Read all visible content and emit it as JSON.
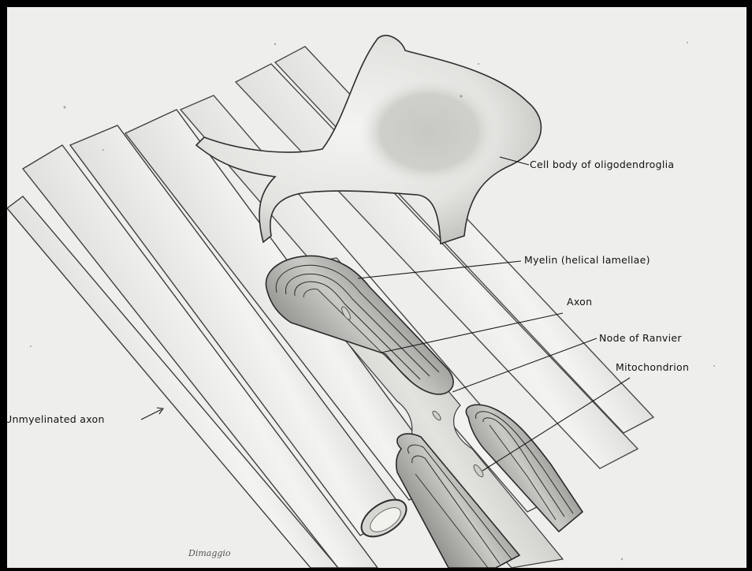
{
  "diagram": {
    "labels": {
      "cell_body": "Cell body of oligodendroglia",
      "myelin": "Myelin (helical lamellae)",
      "axon": "Axon",
      "node": "Node of Ranvier",
      "mitochondrion": "Mitochondrion",
      "unmyelinated": "Unmyelinated axon"
    },
    "signature": "Dimaggio",
    "colors": {
      "background": "#eeeeec",
      "frame": "#000000",
      "ink": "#111111"
    }
  }
}
